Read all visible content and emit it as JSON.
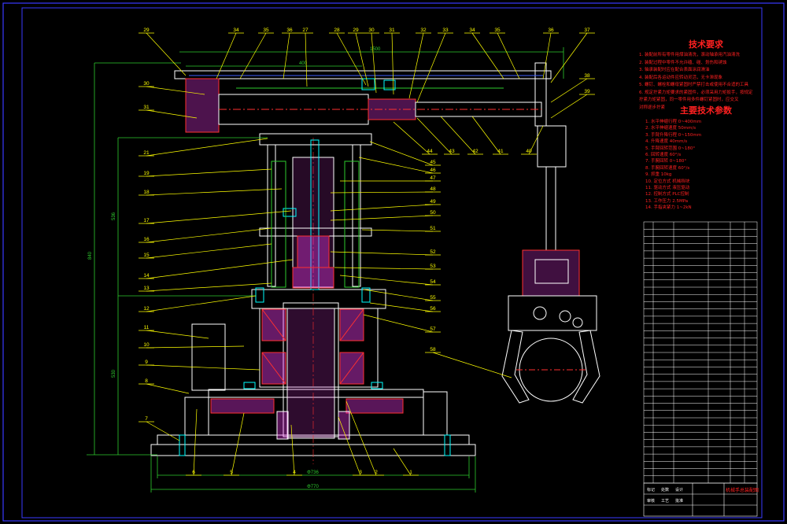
{
  "colors": {
    "background": "#000000",
    "frame": "#3a3aff",
    "outline": "#ffffff",
    "section": "#ff3030",
    "hatch": "#ff40ff",
    "dimension": "#2ecc2e",
    "leader": "#ffff00",
    "blue": "#4060ff",
    "cyan": "#00ffff",
    "notes": "#ff2020"
  },
  "part_numbers": {
    "left": [
      "29",
      "30",
      "31",
      "21",
      "19",
      "18",
      "17",
      "16",
      "15",
      "14",
      "13",
      "12",
      "11",
      "10",
      "9",
      "8",
      "7"
    ],
    "top": [
      "34",
      "35",
      "36",
      "27",
      "28",
      "29",
      "30",
      "31",
      "32",
      "33",
      "34",
      "35",
      "36",
      "37"
    ],
    "right": [
      "44",
      "43",
      "42",
      "41",
      "40",
      "45",
      "46",
      "47",
      "48",
      "49",
      "50",
      "51",
      "52",
      "53",
      "54",
      "55",
      "56",
      "57",
      "58"
    ],
    "right_panel": [
      "38",
      "39"
    ],
    "bottom": [
      "6",
      "5",
      "4",
      "3",
      "2",
      "1"
    ]
  },
  "dimensions": {
    "top_horizontal": "1500",
    "inner_horizontal": "400",
    "left_vertical_total": "840",
    "left_vertical_upper": "536",
    "left_vertical_lower": "530",
    "bottom_inner": "Φ736",
    "bottom_outer": "Φ770"
  },
  "technical_notes": {
    "title": "技术要求",
    "items": [
      "1. 装配前所有零件用煤油清洗，滚动轴承用汽油清洗",
      "2. 装配过程中零件不允许磕、碰、划伤和锈蚀",
      "3. 轴承装配时应在配合表面涂润滑油",
      "4. 装配后各运动件应转动灵活，无卡滞现象",
      "5. 螺钉、螺栓和螺母紧固时严禁打击或使用不合适的工具",
      "6. 规定拧紧力矩要求的紧固件，必须采用力矩扳手，按规定",
      "   拧紧力矩紧固，同一零件用多件螺钉紧固时，应交叉",
      "   对称逐步拧紧"
    ]
  },
  "main_parameters": {
    "title": "主要技术参数",
    "items": [
      "1. 水平伸缩行程  0~400mm",
      "2. 水平伸缩速度  50mm/s",
      "3. 手臂升降行程  0~150mm",
      "4. 升降速度  40mm/s",
      "5. 手臂回转范围  0~180°",
      "6. 回转速度  60°/s",
      "7. 手腕回转  0~180°",
      "8. 手腕回转速度  60°/s",
      "9. 抓重  10kg",
      "10. 定位方式  机械挡块",
      "11. 驱动方式  液压驱动",
      "12. 控制方式  PLC控制",
      "13. 工作压力  2.5MPa",
      "14. 手指夹紧力  1~2kN"
    ]
  },
  "title_block": {
    "title": "机械手总装配图",
    "labels": [
      "标记",
      "处数",
      "设计",
      "审核",
      "工艺",
      "批准"
    ],
    "rows": 36
  }
}
